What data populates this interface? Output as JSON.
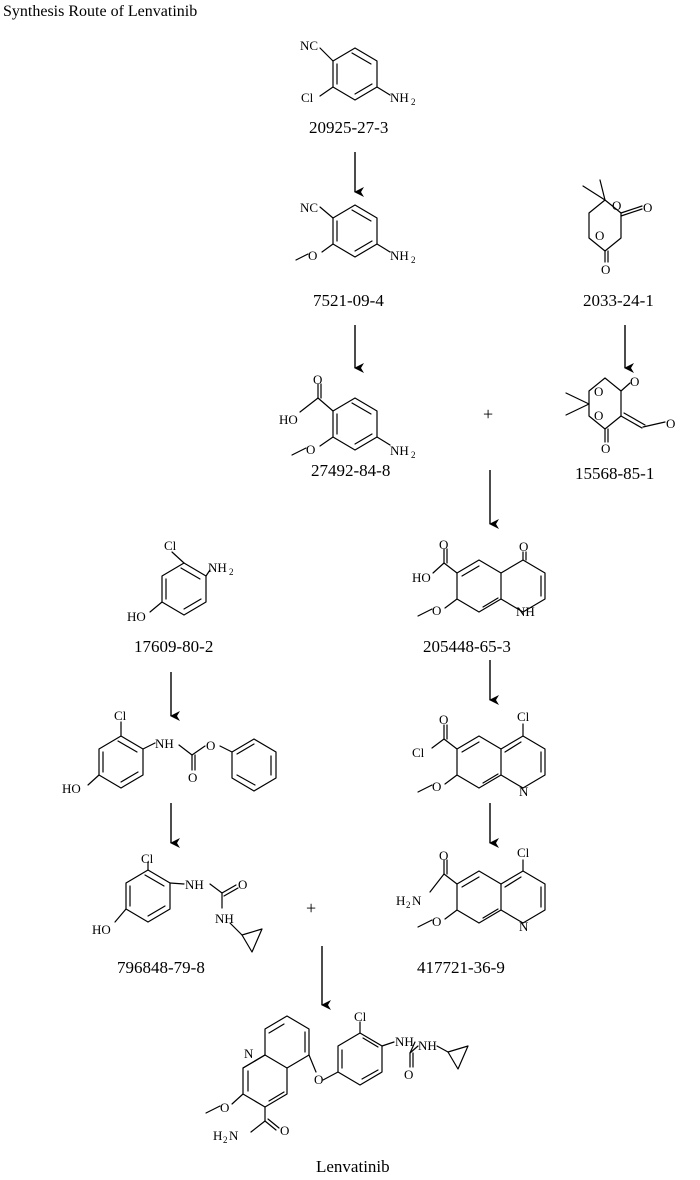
{
  "title": "Synthesis Route of Lenvatinib",
  "plus_sign": "+",
  "atom_labels": {
    "nc": "NC",
    "cl": "Cl",
    "nh2": "NH",
    "nh2_sub": "2",
    "h2n": "H",
    "h2n_sub": "2",
    "h2n_n": "N",
    "o": "O",
    "ho": "HO",
    "nh": "NH",
    "n": "N"
  },
  "compounds": [
    {
      "id": "c1",
      "label": "20925-27-3"
    },
    {
      "id": "c2",
      "label": "7521-09-4"
    },
    {
      "id": "c3",
      "label": "2033-24-1"
    },
    {
      "id": "c4",
      "label": "27492-84-8"
    },
    {
      "id": "c5",
      "label": "15568-85-1"
    },
    {
      "id": "c6",
      "label": "17609-80-2"
    },
    {
      "id": "c7",
      "label": "205448-65-3"
    },
    {
      "id": "c8",
      "label": ""
    },
    {
      "id": "c9",
      "label": ""
    },
    {
      "id": "c10",
      "label": "796848-79-8"
    },
    {
      "id": "c11",
      "label": "417721-36-9"
    },
    {
      "id": "c12",
      "label": "Lenvatinib"
    }
  ]
}
